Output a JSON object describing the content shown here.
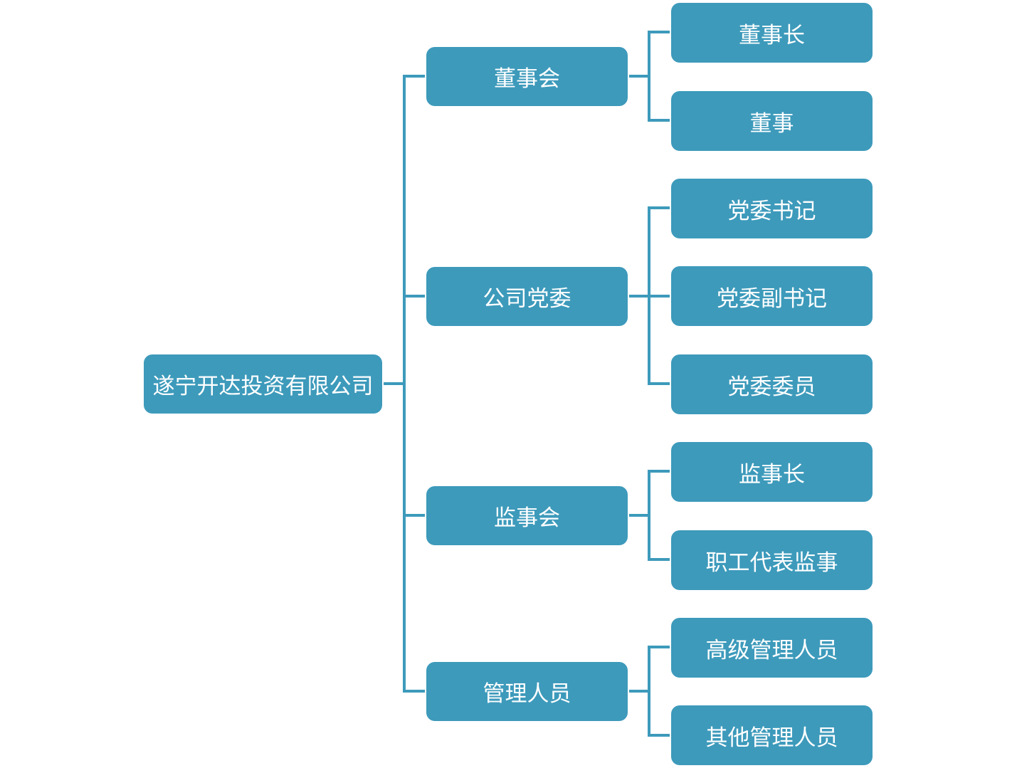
{
  "org": {
    "root": "遂宁开达投资有限公司",
    "branches": [
      {
        "name": "董事会",
        "children": [
          "董事长",
          "董事"
        ]
      },
      {
        "name": "公司党委",
        "children": [
          "党委书记",
          "党委副书记",
          "党委委员"
        ]
      },
      {
        "name": "监事会",
        "children": [
          "监事长",
          "职工代表监事"
        ]
      },
      {
        "name": "管理人员",
        "children": [
          "高级管理人员",
          "其他管理人员"
        ]
      }
    ]
  },
  "colors": {
    "node_fill": "#3d9abb",
    "connector": "#3d9abb",
    "text": "#ffffff",
    "background": "#ffffff"
  }
}
